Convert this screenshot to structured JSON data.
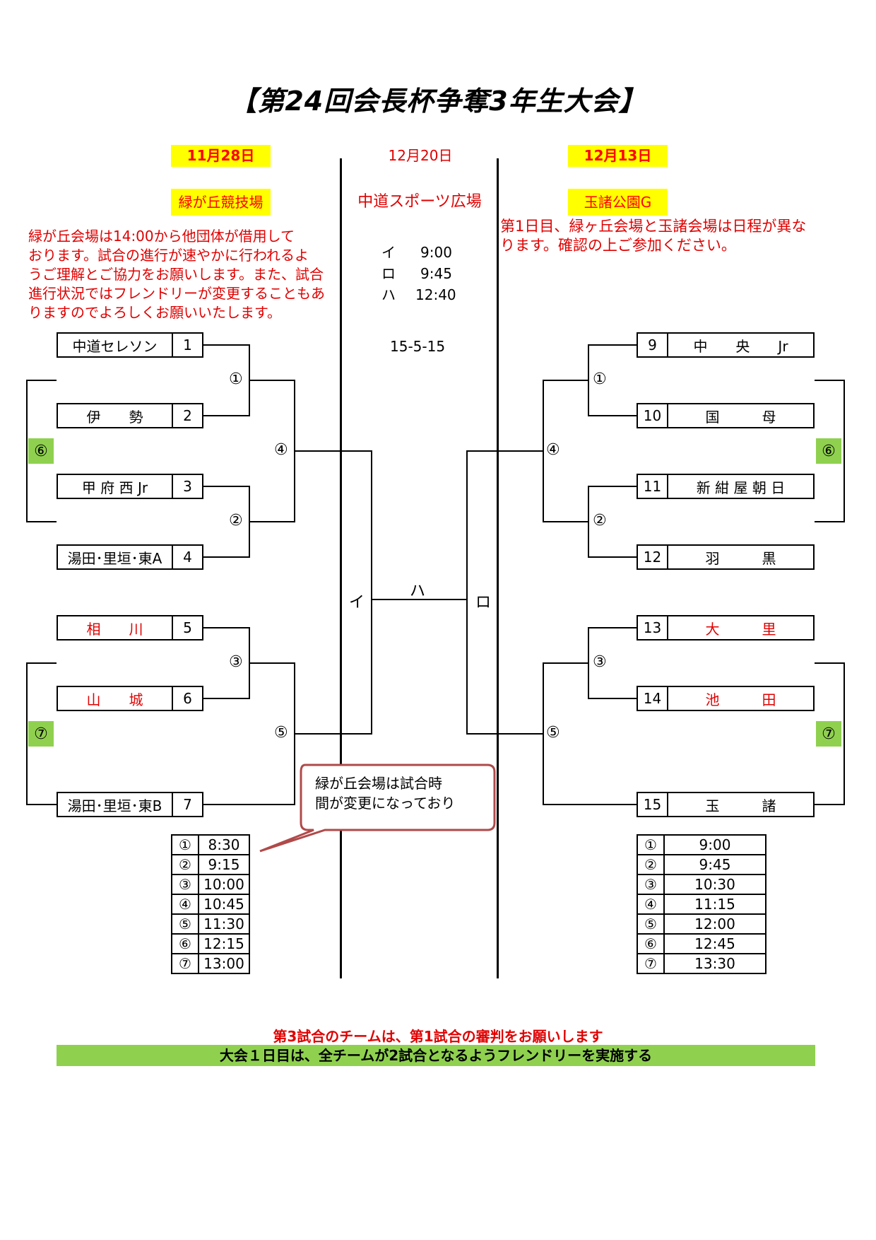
{
  "title": "【第24回会長杯争奪3年生大会】",
  "left": {
    "date": "11月28日",
    "venue": "緑が丘競技場",
    "note": [
      "緑が丘会場は14:00から他団体が借用して",
      "おります。試合の進行が速やかに行われるよ",
      "うご理解とご協力をお願いします。また、試合",
      "進行状況ではフレンドリーが変更することもあ",
      "りますのでよろしくお願いいたします。"
    ],
    "teams": [
      {
        "name": "中道セレソン",
        "no": "1"
      },
      {
        "name": "伊　　勢",
        "no": "2"
      },
      {
        "name": "甲 府 西 Jr",
        "no": "3"
      },
      {
        "name": "湯田･里垣･東A",
        "no": "4"
      },
      {
        "name": "相　　川",
        "no": "5"
      },
      {
        "name": "山　　城",
        "no": "6"
      },
      {
        "name": "湯田･里垣･東B",
        "no": "7"
      }
    ],
    "schedule": [
      [
        "①",
        "8:30"
      ],
      [
        "②",
        "9:15"
      ],
      [
        "③",
        "10:00"
      ],
      [
        "④",
        "10:45"
      ],
      [
        "⑤",
        "11:30"
      ],
      [
        "⑥",
        "12:15"
      ],
      [
        "⑦",
        "13:00"
      ]
    ]
  },
  "center": {
    "date": "12月20日",
    "venue": "中道スポーツ広場",
    "times": [
      [
        "イ",
        "9:00"
      ],
      [
        "ロ",
        "9:45"
      ],
      [
        "ハ",
        "12:40"
      ]
    ],
    "format": "15-5-15",
    "final_labels": {
      "i": "イ",
      "ro": "ロ",
      "ha": "ハ"
    }
  },
  "right": {
    "date": "12月13日",
    "venue": "玉諸公園G",
    "note": [
      "第1日目、緑ヶ丘会場と玉諸会場は日程が異な",
      "ります。確認の上ご参加ください。"
    ],
    "teams": [
      {
        "name": "中　　央　　Jr",
        "no": "9"
      },
      {
        "name": "国　　　母",
        "no": "10"
      },
      {
        "name": "新 紺 屋 朝 日",
        "no": "11"
      },
      {
        "name": "羽　　　黒",
        "no": "12"
      },
      {
        "name": "大　　　里",
        "no": "13"
      },
      {
        "name": "池　　　田",
        "no": "14"
      },
      {
        "name": "玉　　　諸",
        "no": "15"
      }
    ],
    "schedule": [
      [
        "①",
        "9:00"
      ],
      [
        "②",
        "9:45"
      ],
      [
        "③",
        "10:30"
      ],
      [
        "④",
        "11:15"
      ],
      [
        "⑤",
        "12:00"
      ],
      [
        "⑥",
        "12:45"
      ],
      [
        "⑦",
        "13:30"
      ]
    ]
  },
  "match_labels": [
    "①",
    "②",
    "③",
    "④",
    "⑤",
    "⑥",
    "⑦"
  ],
  "callout": [
    "緑が丘会場は試合時",
    "間が変更になっており"
  ],
  "footer": {
    "line1": "第3試合のチームは、第1試合の審判をお願いします",
    "line2": "大会１日目は、全チームが2試合となるようフレンドリーを実施する"
  },
  "colors": {
    "highlight_yellow": "#ffff00",
    "accent_green": "#8fd14f",
    "text_red": "#e00000"
  }
}
